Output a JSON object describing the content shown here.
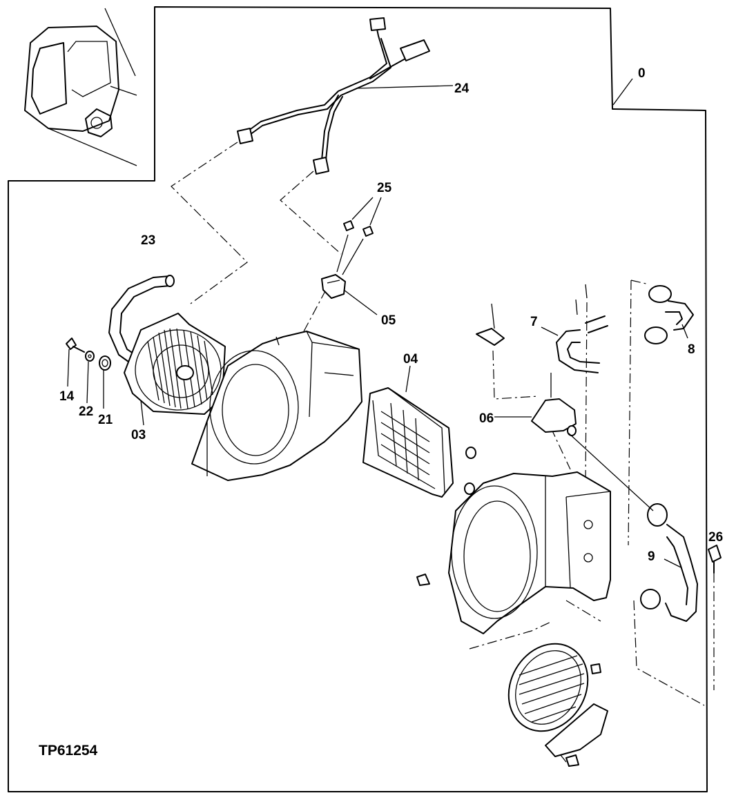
{
  "figure_id": "TP61254",
  "callouts": {
    "c0": "0",
    "c24": "24",
    "c25": "25",
    "c23": "23",
    "c05": "05",
    "c7": "7",
    "c8": "8",
    "c04": "04",
    "c14": "14",
    "c22": "22",
    "c21": "21",
    "c03": "03",
    "c06": "06",
    "c26": "26",
    "c9": "9"
  }
}
